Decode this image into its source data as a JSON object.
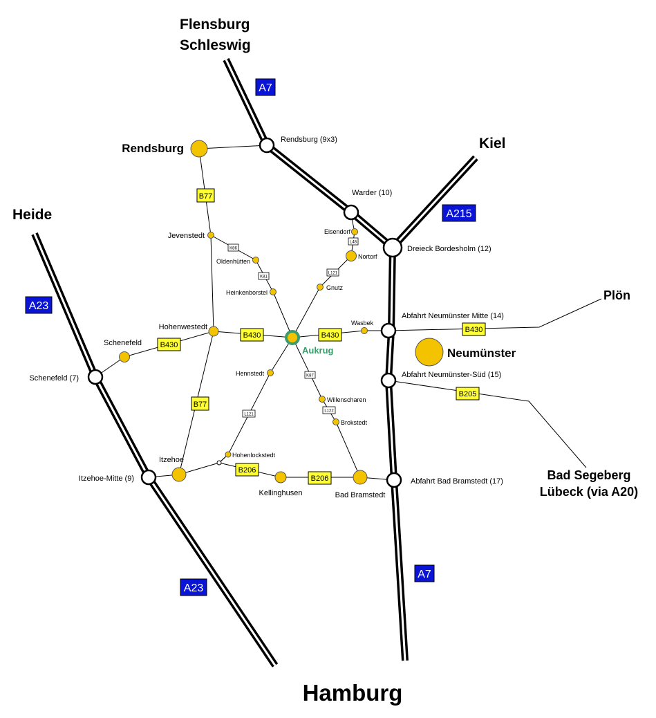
{
  "colors": {
    "motorway_sign": "#0a14d6",
    "federal_sign": "#ffff33",
    "town": "#f4c300",
    "center_ring": "#3b9b6b",
    "center_label": "#3b9b6b"
  },
  "destinations": {
    "flensburg": "Flensburg",
    "schleswig": "Schleswig",
    "kiel": "Kiel",
    "heide": "Heide",
    "ploen": "Plön",
    "bad_segeberg": "Bad Segeberg",
    "luebeck": "Lübeck (via A20)",
    "hamburg": "Hamburg"
  },
  "cities": {
    "rendsburg": "Rendsburg",
    "neumuenster": "Neumünster",
    "aukrug": "Aukrug"
  },
  "motorway_signs": {
    "a7_north": "A7",
    "a7_south": "A7",
    "a215": "A215",
    "a23_north": "A23",
    "a23_south": "A23"
  },
  "federal_signs": {
    "b77_north": "B77",
    "b77_south": "B77",
    "b430_west": "B430",
    "b430_mid_w": "B430",
    "b430_mid_e": "B430",
    "b430_east": "B430",
    "b205": "B205",
    "b206_w": "B206",
    "b206_e": "B206"
  },
  "local_signs": {
    "k86": "K86",
    "k81": "K81",
    "l48": "L48",
    "l121_n": "L121",
    "k87": "K87",
    "l122": "L122",
    "l121_s": "L121"
  },
  "junctions": {
    "rendsburg": "Rendsburg (9x3)",
    "warder": "Warder (10)",
    "bordesholm": "Dreieck Bordesholm (12)",
    "nms_mitte": "Abfahrt Neumünster Mitte (14)",
    "nms_sued": "Abfahrt Neumünster-Süd (15)",
    "bad_bramstedt": "Abfahrt Bad Bramstedt (17)",
    "schenefeld": "Schenefeld (7)",
    "itzehoe": "Itzehoe-Mitte (9)"
  },
  "towns": {
    "jevenstedt": "Jevenstedt",
    "oldenhuetten": "Oldenhütten",
    "heinkenborstel": "Heinkenborstel",
    "hohenwestedt": "Hohenwestedt",
    "schenefeld": "Schenefeld",
    "eisendorf": "Eisendorf",
    "nortorf": "Nortorf",
    "gnutz": "Gnutz",
    "wasbek": "Wasbek",
    "hennstedt": "Hennstedt",
    "willenscharen": "Willenscharen",
    "brokstedt": "Brokstedt",
    "hohenlockstedt": "Hohenlockstedt",
    "itzehoe": "Itzehoe",
    "kellinghusen": "Kellinghusen",
    "bad_bramstedt": "Bad Bramstedt"
  }
}
